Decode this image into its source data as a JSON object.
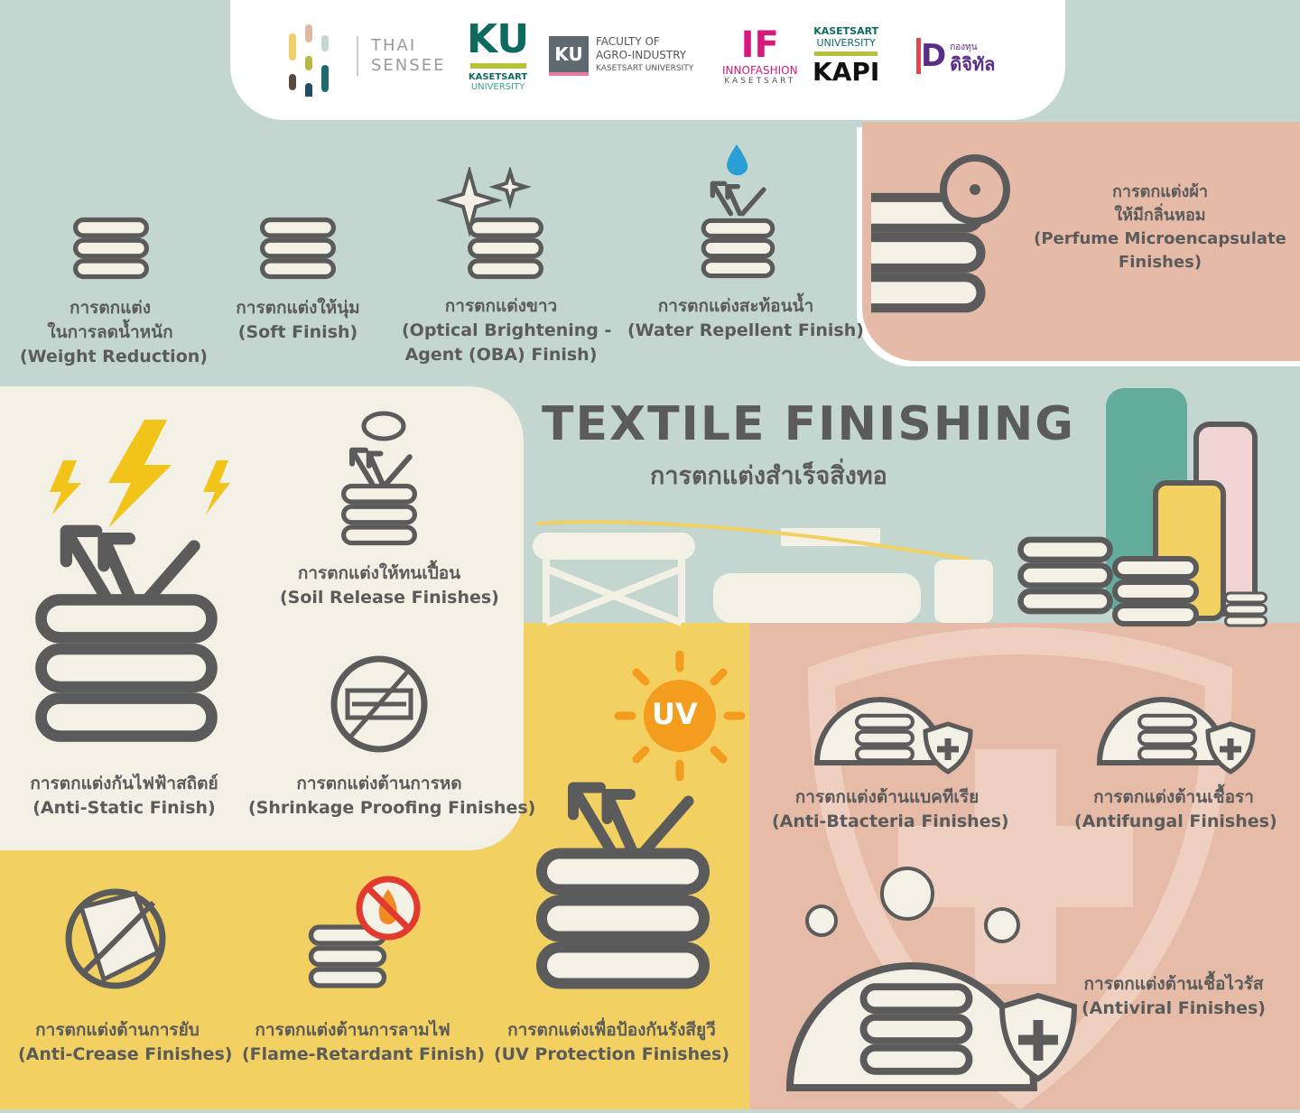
{
  "logos": {
    "thai_sensee": [
      "THAI",
      "SENSEE"
    ],
    "ku": {
      "mark": "KU",
      "line1": "KASETSART",
      "line2": "UNIVERSITY"
    },
    "agro": {
      "mark": "KU",
      "line1": "FACULTY OF",
      "line2": "AGRO-INDUSTRY",
      "line3": "KASETSART UNIVERSITY"
    },
    "innofashion": {
      "mark": "IF",
      "line1": "INNOFASHION",
      "line2": "KASETSART"
    },
    "kapi": {
      "line1": "KASETSART",
      "line2": "UNIVERSITY",
      "line3": "KAPI"
    },
    "digital_fund": {
      "mark": "D",
      "line1": "กองทุน",
      "line2": "ดิจิทัล"
    }
  },
  "title": "TEXTILE FINISHING",
  "subtitle": "การตกแต่งสำเร็จสิ่งทอ",
  "finishes": {
    "weight": [
      "การตกแต่ง",
      "ในการลดน้ำหนัก",
      "(Weight Reduction)"
    ],
    "soft": [
      "การตกแต่งให้นุ่ม",
      "(Soft Finish)"
    ],
    "oba": [
      "การตกแต่งขาว",
      "(Optical Brightening -",
      "Agent (OBA) Finish)"
    ],
    "water": [
      "การตกแต่งสะท้อนน้ำ",
      "(Water Repellent Finish)"
    ],
    "perfume": [
      "การตกแต่งผ้า",
      "ให้มีกลิ่นหอม",
      "(Perfume  Microencapsulate",
      "Finishes)"
    ],
    "antistatic": [
      "การตกแต่งกันไฟฟ้าสถิตย์",
      "(Anti-Static Finish)"
    ],
    "soil": [
      "การตกแต่งให้ทนเปื้อน",
      "(Soil Release Finishes)"
    ],
    "shrink": [
      "การตกแต่งต้านการหด",
      "(Shrinkage Proofing Finishes)"
    ],
    "crease": [
      "การตกแต่งต้านการยับ",
      "(Anti-Crease Finishes)"
    ],
    "flame": [
      "การตกแต่งต้านการลามไฟ",
      "(Flame-Retardant Finish)"
    ],
    "uv": [
      "การตกแต่งเพื่อป้องกันรังสียูวี",
      "(UV Protection Finishes)"
    ],
    "uv_badge": "UV",
    "bacteria": [
      "การตกแต่งต้านแบคทีเรีย",
      "(Anti-Btacteria Finishes)"
    ],
    "fungal": [
      "การตกแต่งต้านเชื้อรา",
      "(Antifungal Finishes)"
    ],
    "viral": [
      "การตกแต่งต้านเชื้อไวรัส",
      "(Antiviral Finishes)"
    ]
  },
  "colors": {
    "sage": "#c3d6d0",
    "cream": "#f3f0e6",
    "yellow": "#f2d162",
    "pink": "#e6bca8",
    "gray": "#5b5b5b"
  }
}
